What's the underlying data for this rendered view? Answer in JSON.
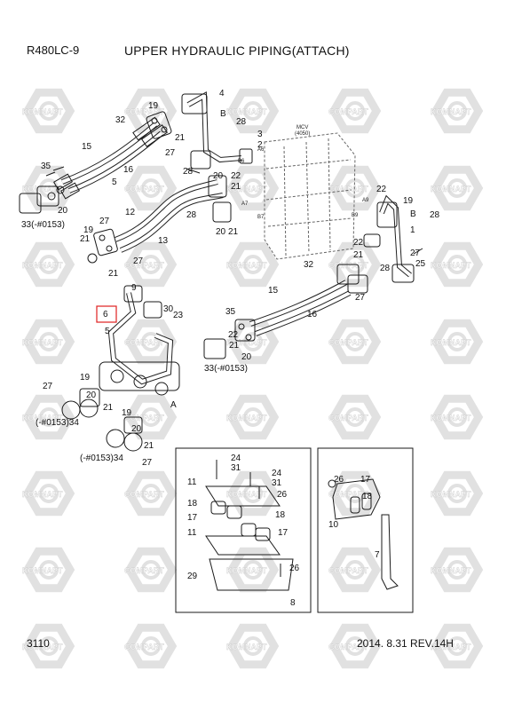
{
  "header": {
    "model": "R480LC-9",
    "title": "UPPER HYDRAULIC PIPING(ATTACH)"
  },
  "footer": {
    "page_number": "3110",
    "revision": "2014. 8.31  REV.14H"
  },
  "watermark": {
    "brand_left": "KOMNAPT",
    "brand_right": "COMPART",
    "color": "#c8c8c8"
  },
  "valve_labels": {
    "mcv": "MCV",
    "mcv_code": "(4050)",
    "ports": [
      "B6",
      "A6",
      "B7",
      "A7",
      "A9",
      "B9"
    ]
  },
  "part_labels": {
    "p1": "1",
    "p2": "2",
    "p3": "3",
    "p4": "4",
    "p5": "5",
    "p6": "6",
    "p7": "7",
    "p8": "8",
    "p9": "9",
    "p10": "10",
    "p11": "11",
    "p12": "12",
    "p13": "13",
    "p15": "15",
    "p16": "16",
    "p17": "17",
    "p18": "18",
    "p19": "19",
    "p20": "20",
    "p21": "21",
    "p22": "22",
    "p23": "23",
    "p24": "24",
    "p25": "25",
    "p26": "26",
    "p27": "27",
    "p28": "28",
    "p29": "29",
    "p30": "30",
    "p31": "31",
    "p32": "32",
    "p33": "33(-#0153)",
    "p34": "(-#0153)34",
    "p35": "35",
    "pA": "A",
    "pB": "B"
  },
  "colors": {
    "line": "#1a1a1a",
    "highlight": "#e02020"
  }
}
